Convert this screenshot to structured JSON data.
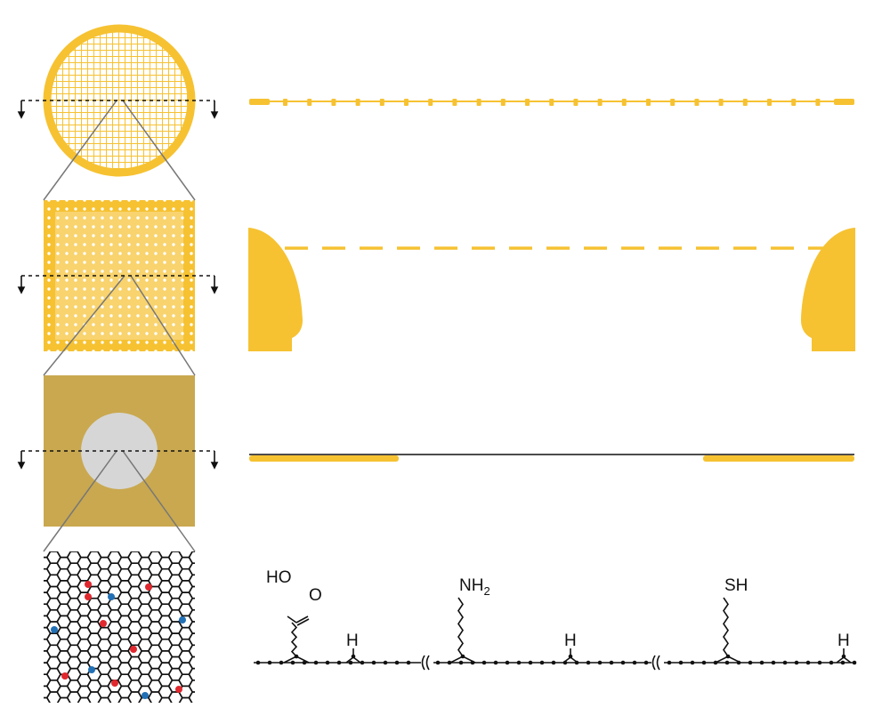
{
  "colors": {
    "gold": "#F6C232",
    "gold_light": "#F8D36E",
    "film": "#C9A84F",
    "hole": "#D6D6D6",
    "oxygen_dot": "#E0282E",
    "nitrogen_dot": "#2270B5",
    "line": "#111111",
    "zoom_line": "#777777"
  },
  "chemistry": {
    "carboxyl_ho": "HO",
    "carboxyl_o": "O",
    "amine_nh": "NH",
    "amine_subscript": "2",
    "thiol": "SH",
    "hydrogen_1": "H",
    "hydrogen_2": "H",
    "hydrogen_3": "H"
  }
}
